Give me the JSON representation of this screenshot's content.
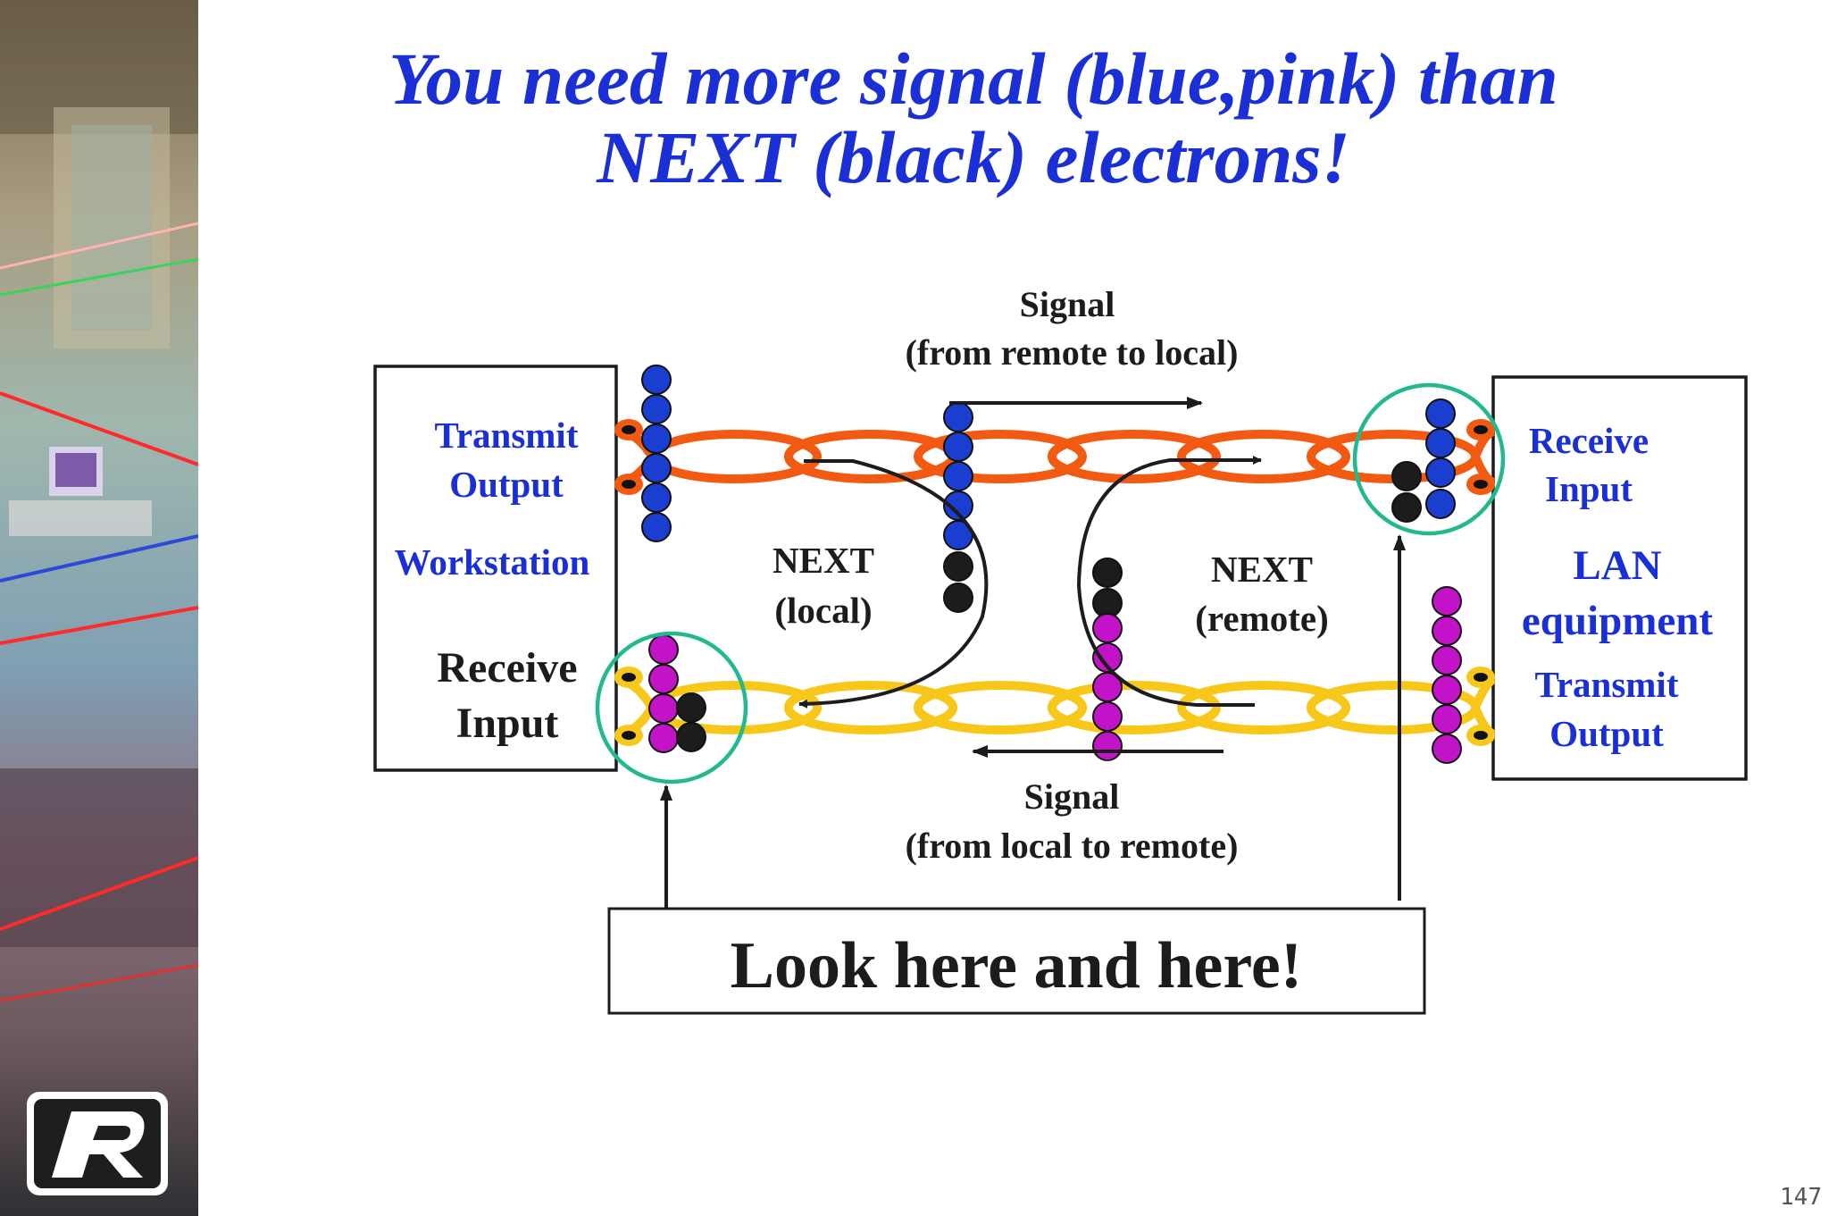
{
  "slide": {
    "title_line1": "You need more signal (blue,pink) than",
    "title_line2": "NEXT (black) electrons!",
    "page_number": "147"
  },
  "colors": {
    "title": "#1a2fd6",
    "blue_label": "#1a2fd6",
    "signal_blue": "#1a3fd0",
    "signal_pink": "#c213c9",
    "next_black": "#1c1c1c",
    "pair_orange": "#f25a12",
    "pair_yellow": "#f7c81a",
    "highlight_circle": "#22b98f"
  },
  "workstation": {
    "transmit_line1": "Transmit",
    "transmit_line2": "Output",
    "name": "Workstation",
    "receive_line1": "Receive",
    "receive_line2": "Input"
  },
  "lan": {
    "receive_line1": "Receive",
    "receive_line2": "Input",
    "name_line1": "LAN",
    "name_line2": "equipment",
    "transmit_line1": "Transmit",
    "transmit_line2": "Output"
  },
  "labels": {
    "signal_top_line1": "Signal",
    "signal_top_line2": "(from remote to local)",
    "signal_bottom_line1": "Signal",
    "signal_bottom_line2": "(from local to remote)",
    "next_local_line1": "NEXT",
    "next_local_line2": "(local)",
    "next_remote_line1": "NEXT",
    "next_remote_line2": "(remote)",
    "callout": "Look here and here!"
  },
  "icons": {
    "logo": "r-logo-icon"
  }
}
